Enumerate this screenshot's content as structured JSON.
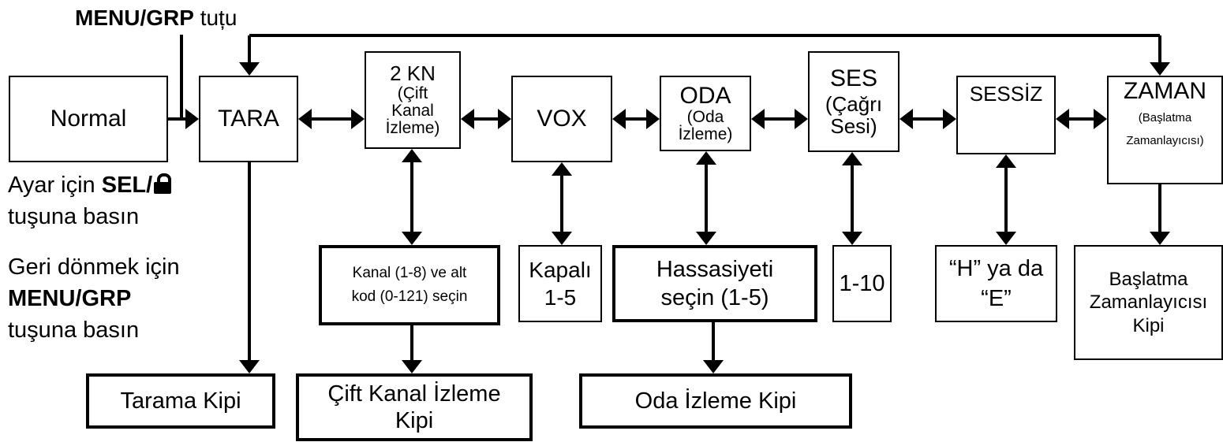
{
  "top_label": {
    "key": "MENU/GRP",
    "suffix": "tuțu"
  },
  "sidebar": {
    "adjust_prefix": "Ayar için",
    "adjust_key": "SEL/",
    "adjust_suffix": "tuşuna basın",
    "back_prefix": "Geri dönmek için",
    "back_key": "MENU/GRP",
    "back_suffix": "tuşuna basın",
    "lock_icon": "lock-icon"
  },
  "menu": {
    "normal": "Normal",
    "tara": "TARA",
    "kn": [
      "2 KN",
      "(Çift",
      "Kanal",
      "İzleme)"
    ],
    "vox": "VOX",
    "oda": [
      "ODA",
      "(Oda",
      "İzleme)"
    ],
    "ses": [
      "SES",
      "(Çağrı",
      "Sesi)"
    ],
    "sessiz": "SESSİZ",
    "zaman": [
      "ZAMAN",
      "(Başlatma",
      "Zamanlayıcısı)"
    ]
  },
  "settings": {
    "kanal": [
      "Kanal (1-8) ve alt",
      "kod (0-121) seçin"
    ],
    "vox": [
      "Kapalı",
      "1-5"
    ],
    "oda": [
      "Hassasiyeti",
      "seçin (1-5)"
    ],
    "ses": "1-10",
    "sessiz": [
      "“H” ya da",
      "“E”"
    ],
    "zaman": [
      "Başlatma",
      "Zamanlayıcısı",
      "Kipi"
    ]
  },
  "modes": {
    "tarama": "Tarama Kipi",
    "cift": [
      "Çift Kanal İzleme",
      "Kipi"
    ],
    "oda": "Oda İzleme Kipi"
  },
  "colors": {
    "line": "#000000",
    "background": "#ffffff"
  }
}
